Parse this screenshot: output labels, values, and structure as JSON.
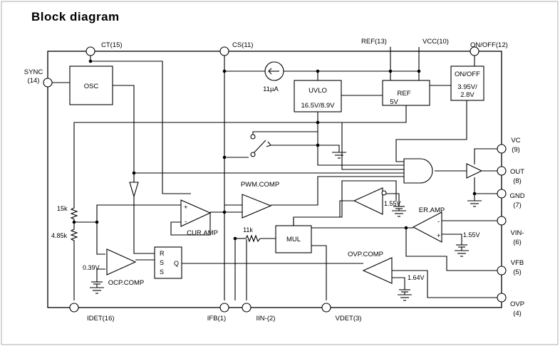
{
  "title": "Block diagram",
  "pins": {
    "ct": "CT(15)",
    "cs": "CS(11)",
    "ref": "REF(13)",
    "vcc": "VCC(10)",
    "onoff": "ON/OFF(12)",
    "sync": "SYNC",
    "sync_num": "(14)",
    "vc": "VC",
    "vc_num": "(9)",
    "out": "OUT",
    "out_num": "(8)",
    "gnd": "GND",
    "gnd_num": "(7)",
    "vin": "VIN-",
    "vin_num": "(6)",
    "vfb": "VFB",
    "vfb_num": "(5)",
    "ovp": "OVP",
    "ovp_num": "(4)",
    "idet": "IDET(16)",
    "ifb": "IFB(1)",
    "iin": "IIN-(2)",
    "vdet": "VDET(3)"
  },
  "blocks": {
    "osc": "OSC",
    "uvlo": "UVLO",
    "uvlo_th": "16.5V/8.9V",
    "ref": "REF",
    "ref_v": "5V",
    "onoff": "ON/OFF",
    "onoff_th1": "3.95V/",
    "onoff_th2": "2.8V",
    "mul": "MUL",
    "rs_r": "R",
    "rs_s1": "S",
    "rs_s2": "S",
    "rs_q": "Q"
  },
  "labels": {
    "i11": "11µA",
    "pwm": "PWM.COMP",
    "cur": "CUR.AMP",
    "er": "ER.AMP",
    "ovp": "OVP.COMP",
    "ocp": "OCP.COMP",
    "r15k": "15k",
    "r485k": "4.85k",
    "r11k": "11k",
    "v155a": "1.55V",
    "v155b": "1.55V",
    "v164": "1.64V",
    "v039": "0.39V",
    "plus": "+",
    "minus": "-"
  }
}
